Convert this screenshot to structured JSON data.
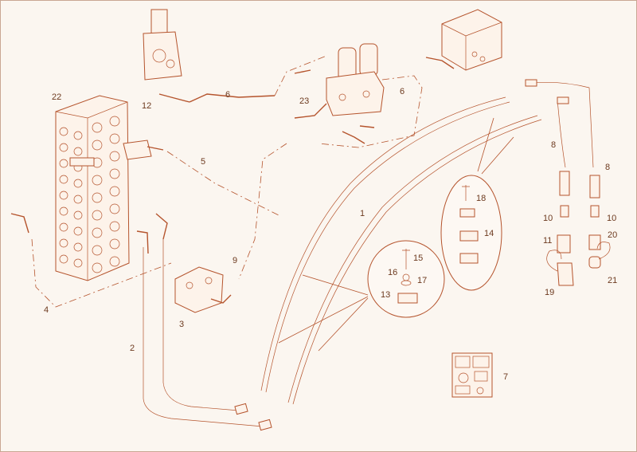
{
  "callouts": {
    "c1": "1",
    "c2": "2",
    "c3": "3",
    "c4": "4",
    "c5": "5",
    "c6a": "6",
    "c6b": "6",
    "c7": "7",
    "c8a": "8",
    "c8b": "8",
    "c9": "9",
    "c10a": "10",
    "c10b": "10",
    "c11": "11",
    "c12": "12",
    "c13": "13",
    "c14": "14",
    "c15": "15",
    "c16": "16",
    "c17": "17",
    "c18": "18",
    "c19": "19",
    "c20": "20",
    "c21": "21",
    "c22": "22",
    "c23": "23"
  },
  "colors": {
    "line": "#b5542d",
    "text": "#6d3a1f",
    "background": "#fbf6f0"
  }
}
